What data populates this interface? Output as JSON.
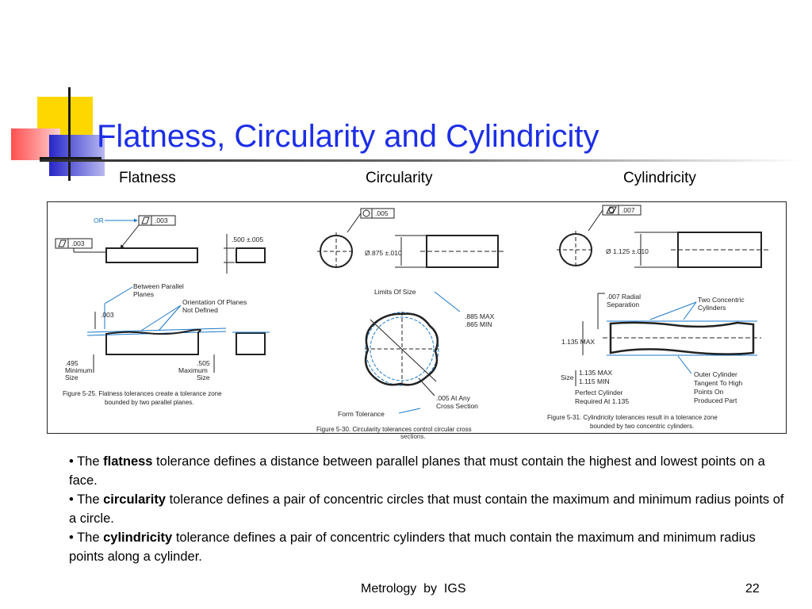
{
  "slide": {
    "title": "Flatness, Circularity and Cylindricity",
    "columns": [
      "Flatness",
      "Circularity",
      "Cylindricity"
    ],
    "footer": "Metrology  by  IGS",
    "page_number": "22",
    "accent_color": "#1c2ee6"
  },
  "figure_flatness": {
    "or_label": "OR",
    "fcf_value_top": ".003",
    "fcf_value_left": ".003",
    "size_dim": ".500 ±.005",
    "between_planes": "Between  Parallel",
    "between_planes_2": "Planes",
    "orientation": "Orientation  Of  Planes",
    "orientation_2": "Not  Defined",
    "zone_dim": ".003",
    "min_size_value": ".495",
    "min_size_label": "Minimum",
    "min_size_label_2": "Size",
    "max_size_value": ".505",
    "max_size_label": "Maximum",
    "max_size_label_2": "Size",
    "caption_1": "Figure 5-25. Flatness tolerances create a tolerance zone",
    "caption_2": "bounded by two parallel planes."
  },
  "figure_circularity": {
    "fcf_value": ".005",
    "diameter_dim": "Ø.875 ±.010",
    "limits_label": "Limits  Of  Size",
    "max_value": ".885  MAX",
    "min_value": ".865  MIN",
    "any_cross": ".005  At  Any",
    "any_cross_2": "Cross  Section",
    "form_tolerance": "Form  Tolerance",
    "caption_1": "Figure 5-30. Circularity tolerances control circular cross",
    "caption_2": "sections."
  },
  "figure_cylindricity": {
    "fcf_value": ".007",
    "diameter_dim": "Ø 1.125 ±.010",
    "radial_sep": ".007  Radial",
    "radial_sep_2": "Separation",
    "two_concentric": "Two  Concentric",
    "two_concentric_2": "Cylinders",
    "max_dim": "1.135  MAX",
    "size_label": "Size",
    "size_max": "1.135  MAX",
    "size_min": "1.115  MIN",
    "perfect_1": "Perfect  Cylinder",
    "perfect_2": "Required  At  1.135",
    "outer_1": "Outer  Cylinder",
    "outer_2": "Tangent  To  High",
    "outer_3": "Points  On",
    "outer_4": "Produced  Part",
    "caption_1": "Figure 5-31. Cylindricity tolerances result in a tolerance zone",
    "caption_2": "bounded by two concentric cylinders."
  },
  "bullets": [
    {
      "prefix": "The ",
      "term": "flatness",
      "text": " tolerance defines a distance between parallel planes that must contain the highest and lowest points on a face."
    },
    {
      "prefix": "The ",
      "term": "circularity",
      "text": " tolerance defines a pair of concentric circles that must contain the maximum and minimum radius points of a circle."
    },
    {
      "prefix": "The ",
      "term": "cylindricity",
      "text": " tolerance defines a pair of concentric cylinders that much contain the maximum and minimum radius points along a cylinder."
    }
  ]
}
